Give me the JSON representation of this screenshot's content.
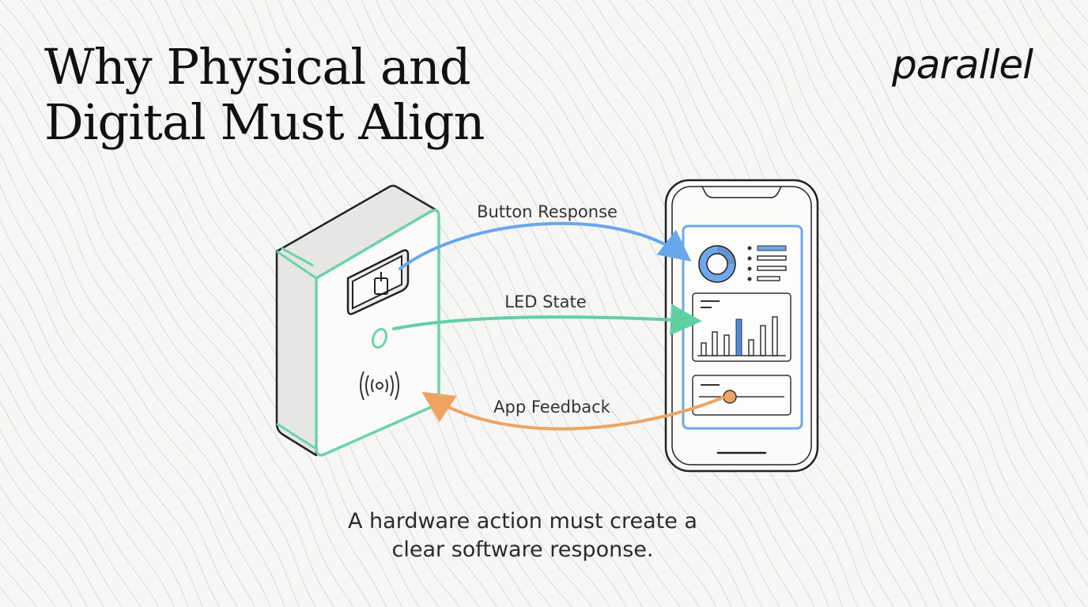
{
  "title": {
    "line1": "Why Physical and",
    "line2": "Digital Must Align"
  },
  "brand": {
    "logo_text": "parallel"
  },
  "flows": {
    "button_response": "Button Response",
    "led_state": "LED State",
    "app_feedback": "App Feedback"
  },
  "caption": {
    "line1": "A hardware action must create a",
    "line2": "clear software response."
  },
  "colors": {
    "background": "#f6f6f4",
    "device_outline": "#6dd3a8",
    "button_response_arrow": "#6aa6ea",
    "led_state_arrow": "#62cfa2",
    "app_feedback_arrow": "#eda463",
    "phone_screen_accent": "#6fa7ea",
    "ink": "#111111"
  },
  "icons": {
    "device_button": "power-icon",
    "device_led": "led-indicator-icon",
    "device_sensor": "wireless-signal-icon",
    "phone_widget_1": "donut-chart-icon",
    "phone_widget_2": "bar-chart-icon",
    "phone_widget_3": "slider-icon"
  }
}
